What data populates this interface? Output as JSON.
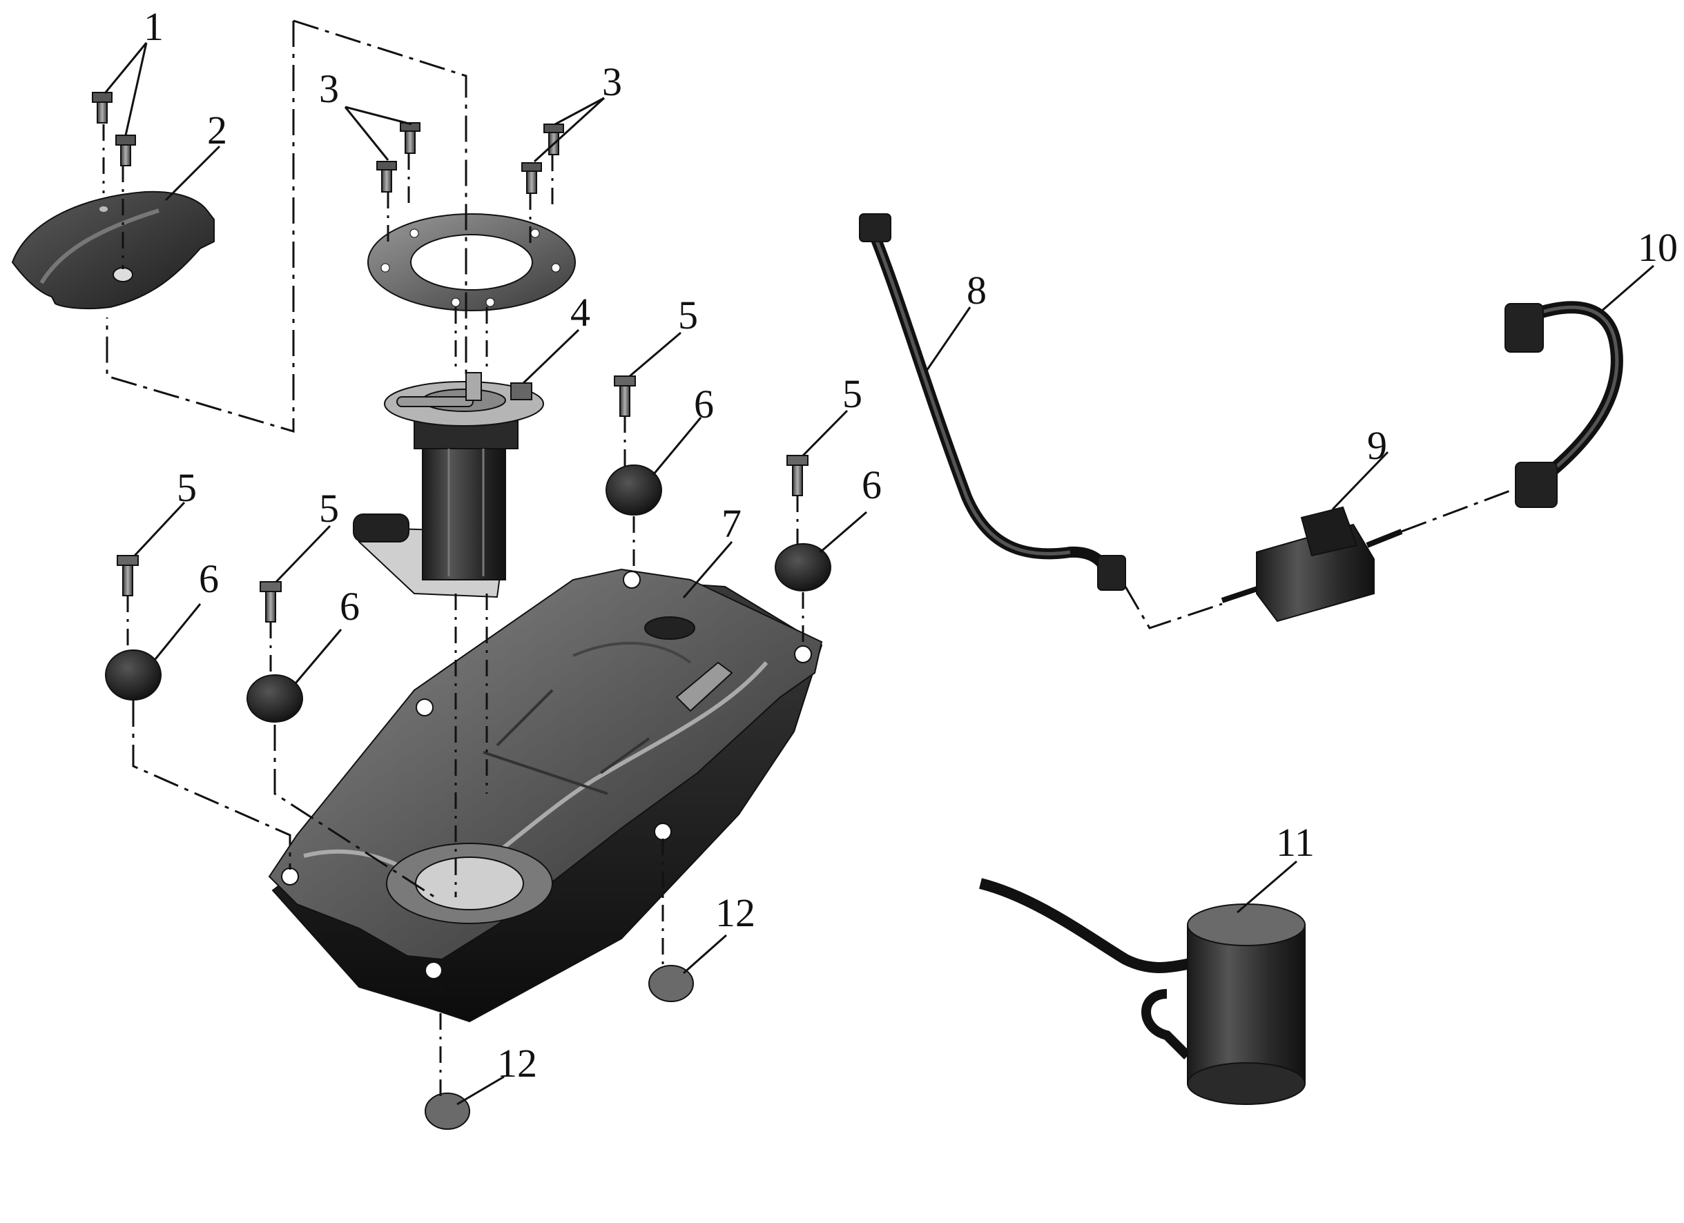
{
  "diagram": {
    "callouts": [
      "1",
      "2",
      "3",
      "3",
      "4",
      "5",
      "5",
      "5",
      "5",
      "6",
      "6",
      "6",
      "6",
      "7",
      "8",
      "9",
      "10",
      "11",
      "12",
      "12"
    ]
  }
}
